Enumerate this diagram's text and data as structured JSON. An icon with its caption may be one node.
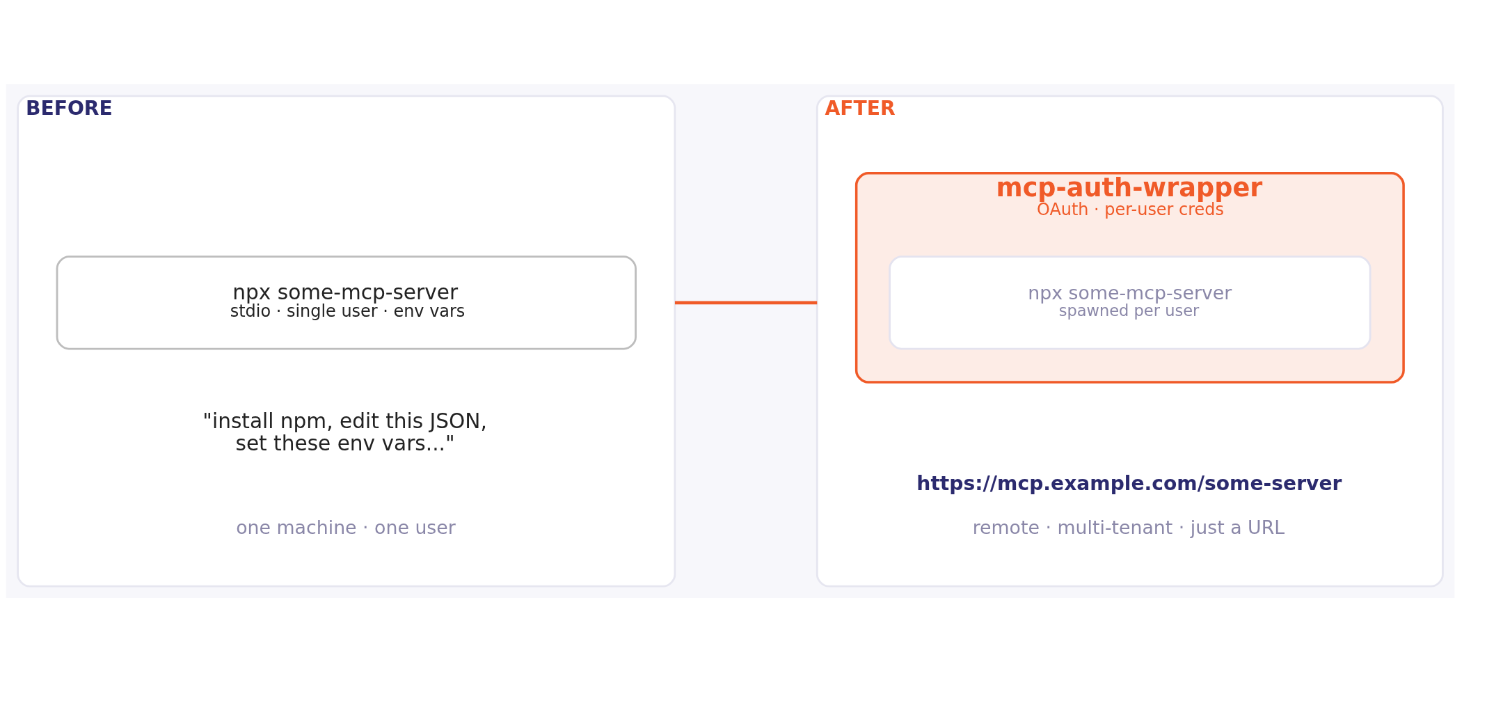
{
  "diagram": {
    "nodes": [
      {
        "text": [
          "BEFORE"
        ]
      },
      {
        "text": [
          "npx some-mcp-server",
          "stdio · single user · env vars"
        ],
        "in": 0
      },
      {
        "text": [
          "AFTER"
        ]
      },
      {
        "text": [
          "mcp-auth-wrapper",
          "OAuth · per-user creds"
        ],
        "in": 2
      },
      {
        "text": [
          "npx some-mcp-server",
          "spawned per user"
        ],
        "in": 3
      }
    ],
    "edges": [
      {
        "from": 0,
        "to": 2,
        "arrow": "none",
        "color": "#f05a28"
      }
    ],
    "labels": [
      "\"install npm, edit this JSON, set these env vars...\"",
      "one machine · one user",
      "https://mcp.example.com/some-server",
      "remote · multi-tenant · just a URL"
    ]
  }
}
